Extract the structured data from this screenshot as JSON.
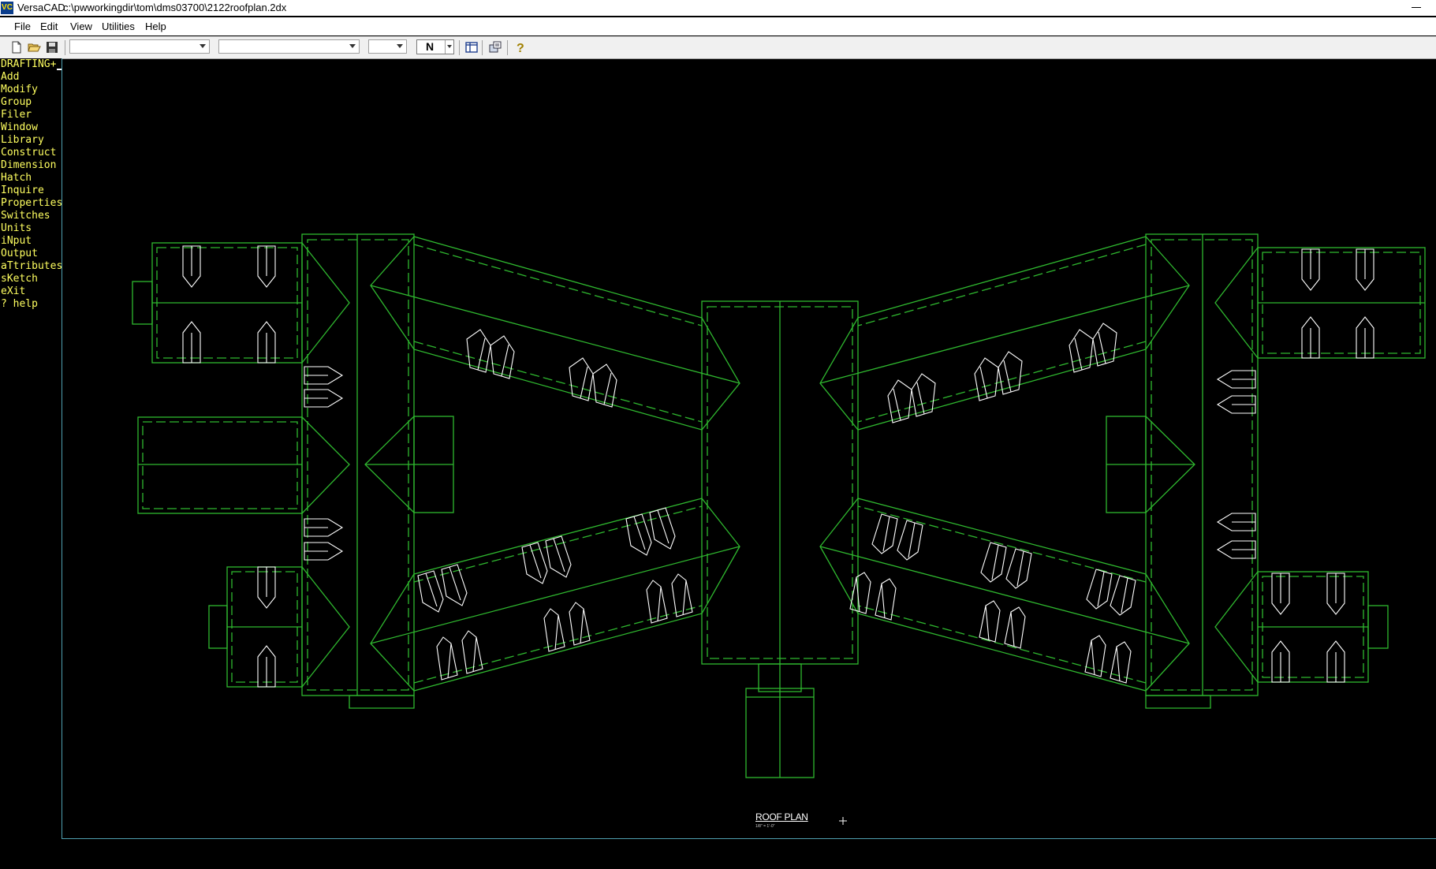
{
  "window": {
    "app_name": "VersaCAD",
    "file_path": "c:\\pwworkingdir\\tom\\dms03700\\2122roofplan.2dx",
    "icon_text": "VC"
  },
  "menu": [
    "File",
    "Edit",
    "View",
    "Utilities",
    "Help"
  ],
  "toolbar": {
    "new_icon": "new-file-icon",
    "open_icon": "open-folder-icon",
    "save_icon": "save-disk-icon",
    "layer_combo_value": "",
    "pen_combo_value": "",
    "size_combo_value": "",
    "north_value": "N",
    "layout_icon": "layout-panel-icon",
    "settings_icon": "properties-icon",
    "help_icon": "help-question-icon"
  },
  "side_menu": {
    "header": "DRAFTING+",
    "items": [
      "Add",
      "Modify",
      "Group",
      "Filer",
      "Window",
      "Library",
      "Construct",
      "Dimension",
      "Hatch",
      "Inquire",
      "Properties",
      "Switches",
      "Units",
      "iNput",
      "Output",
      "aTtributes",
      "sKetch",
      "eXit",
      "? help"
    ]
  },
  "drawing": {
    "title": "ROOF PLAN",
    "scale": "1/8\" = 1'-0\"",
    "line_color": "#2fb82f",
    "detail_color": "#ffffff",
    "background": "#000000"
  }
}
